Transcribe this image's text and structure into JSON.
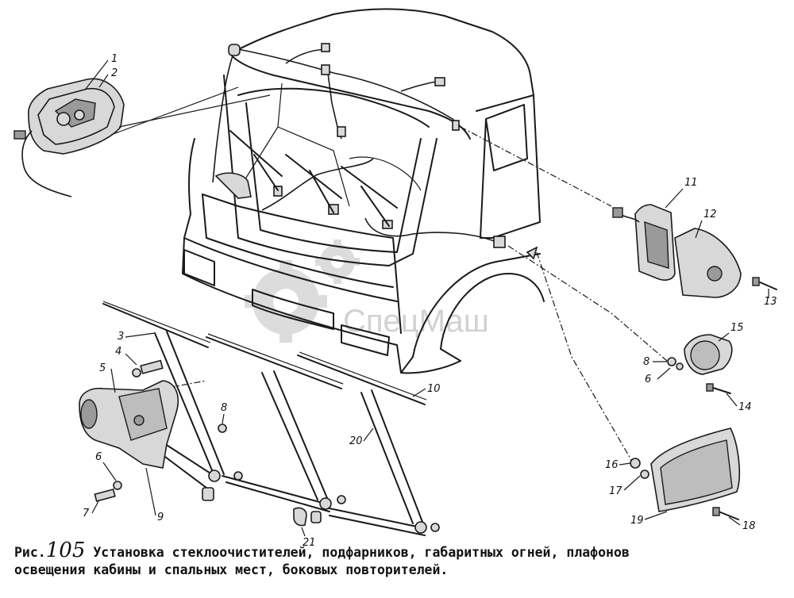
{
  "watermark": {
    "text": "СпецМаш",
    "color": "#c9c9c9"
  },
  "part_labels": [
    "1",
    "2",
    "3",
    "4",
    "5",
    "6",
    "6",
    "7",
    "8",
    "8",
    "9",
    "10",
    "11",
    "12",
    "13",
    "14",
    "15",
    "16",
    "17",
    "18",
    "19",
    "20",
    "21"
  ],
  "caption": {
    "prefix": "Рис.",
    "number": "105",
    "line1": "Установка стеклоочистителей, подфарников, габаритных огней, плафонов",
    "line2": "освещения кабины и спальных мест, боковых повторителей."
  }
}
